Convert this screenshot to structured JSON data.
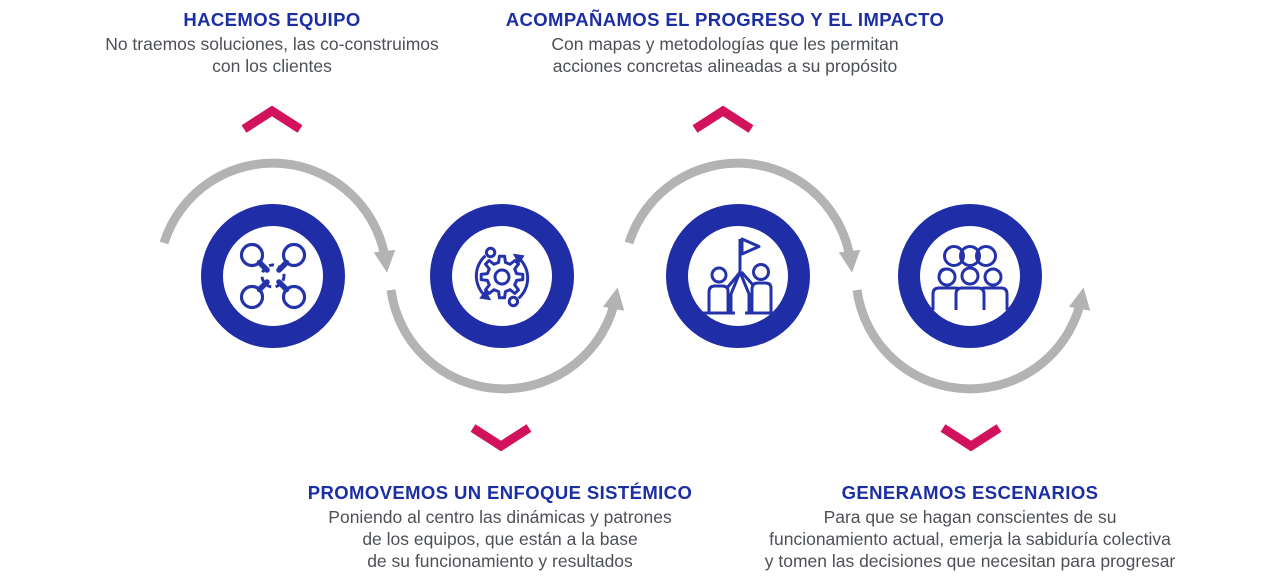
{
  "diagram": {
    "background": "#ffffff",
    "colors": {
      "primary_blue": "#1F2DA6",
      "heading_blue": "#1C2EA4",
      "icon_blue": "#2433A9",
      "arrow_gray": "#B3B3B3",
      "chevron_pink": "#D2125C",
      "body_text_gray": "#4D5156"
    },
    "steps": [
      {
        "order": 1,
        "label_position": "top",
        "icon": "hands-to-center-icon",
        "title": "HACEMOS EQUIPO",
        "lines": [
          "No traemos soluciones, las co-construimos",
          "con los clientes"
        ]
      },
      {
        "order": 2,
        "label_position": "bottom",
        "icon": "gear-cycle-icon",
        "title": "PROMOVEMOS UN ENFOQUE SISTÉMICO",
        "lines": [
          "Poniendo al centro las dinámicas y patrones",
          "de los equipos, que están a la base",
          "de su funcionamiento y resultados"
        ]
      },
      {
        "order": 3,
        "label_position": "top",
        "icon": "team-flag-icon",
        "title": "ACOMPAÑAMOS EL PROGRESO Y EL IMPACTO",
        "lines": [
          "Con mapas y metodologías que les permitan",
          "acciones concretas alineadas a su propósito"
        ]
      },
      {
        "order": 4,
        "label_position": "bottom",
        "icon": "group-people-icon",
        "title": "GENERAMOS ESCENARIOS",
        "lines": [
          "Para que se hagan conscientes de su",
          "funcionamiento actual, emerja la sabiduría colectiva",
          "y tomen las decisiones que necesitan para progresar"
        ]
      }
    ]
  }
}
